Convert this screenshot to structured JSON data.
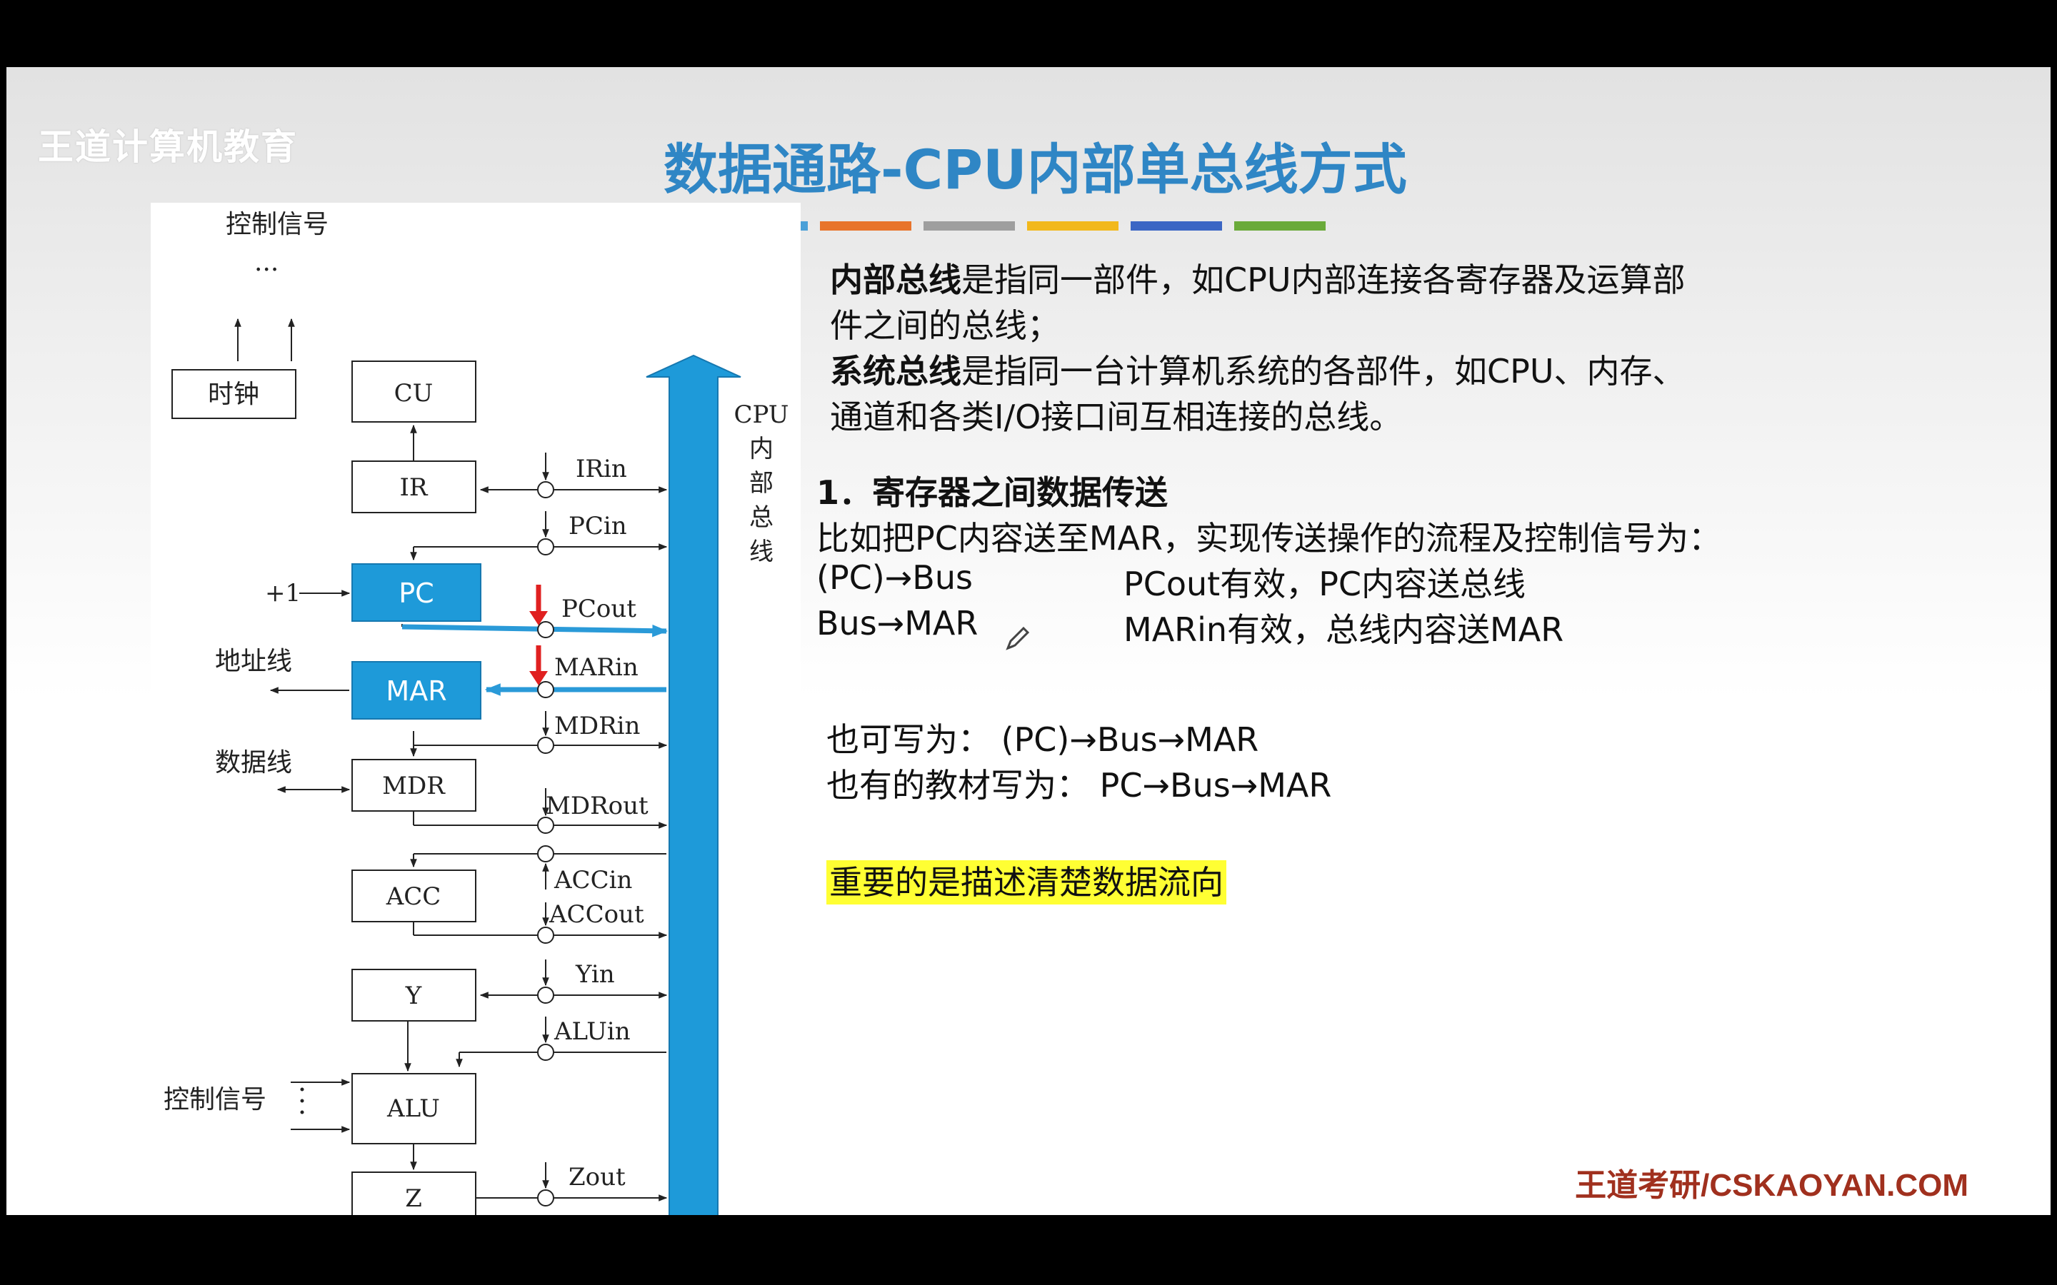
{
  "brand": "王道计算机教育",
  "title": "数据通路-CPU内部单总线方式",
  "accent_bars": [
    "#4aa0d8",
    "#e8742b",
    "#9e9e9e",
    "#f2b81c",
    "#3b66c4",
    "#6aaa3a"
  ],
  "diagram": {
    "top_label": "控制信号",
    "dots": "···",
    "clock": "时钟",
    "bus_label": [
      "CPU",
      "内",
      "部",
      "总",
      "线"
    ],
    "plus_one": "+1",
    "address_line": "地址线",
    "data_line": "数据线",
    "alu_control": "控制信号",
    "registers": {
      "cu": "CU",
      "ir": "IR",
      "pc": "PC",
      "mar": "MAR",
      "mdr": "MDR",
      "acc": "ACC",
      "y": "Y",
      "alu": "ALU",
      "z": "Z"
    },
    "signals": {
      "irin": "IRin",
      "pcin": "PCin",
      "pcout": "PCout",
      "marin": "MARin",
      "mdrin": "MDRin",
      "mdrout": "MDRout",
      "accin": "ACCin",
      "accout": "ACCout",
      "yin": "Yin",
      "aluin": "ALUin",
      "zout": "Zout"
    }
  },
  "text": {
    "p1_bold": "内部总线",
    "p1_rest1": "是指同一部件，如CPU内部连接各寄存器及运算部",
    "p1_rest2": "件之间的总线；",
    "p2_bold": "系统总线",
    "p2_rest1": "是指同一台计算机系统的各部件，如CPU、内存、",
    "p2_rest2": "通道和各类I/O接口间互相连接的总线。",
    "section": "1．寄存器之间数据传送",
    "intro": "比如把PC内容送至MAR，实现传送操作的流程及控制信号为：",
    "step1_left": "(PC)→Bus",
    "step1_right": "PCout有效，PC内容送总线",
    "step2_left": "Bus→MAR",
    "step2_right": "MARin有效，总线内容送MAR",
    "alt1": "也可写为： (PC)→Bus→MAR",
    "alt2": "也有的教材写为： PC→Bus→MAR",
    "highlight": "重要的是描述清楚数据流向"
  },
  "footer": "王道考研/CSKAOYAN.COM"
}
